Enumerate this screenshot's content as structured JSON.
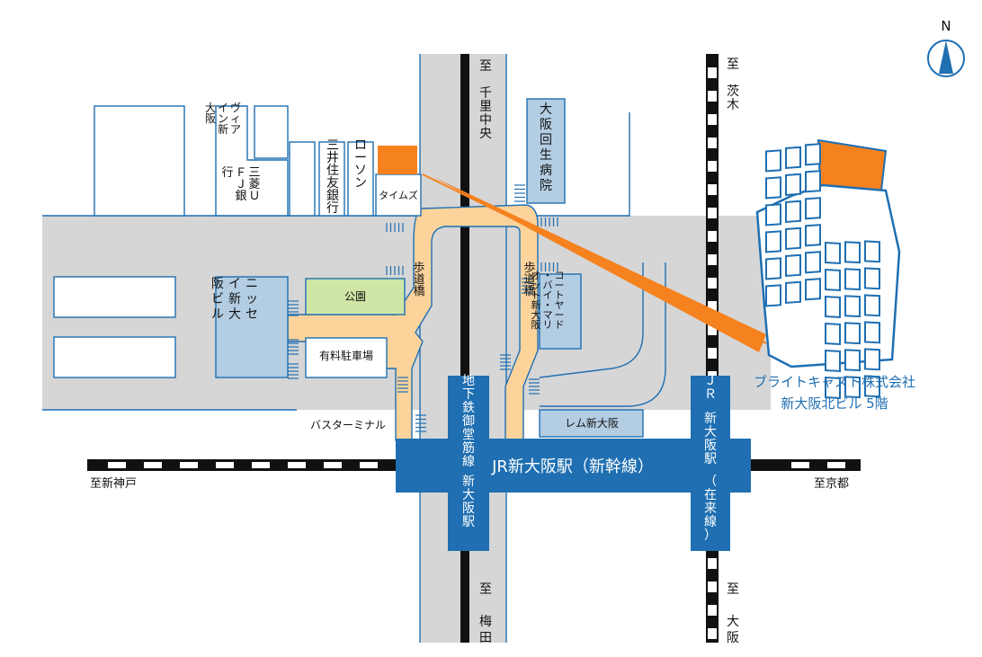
{
  "compass": {
    "label": "N"
  },
  "destinations": {
    "north_subway": "至 千里中央",
    "north_jr": "至 茨木",
    "south_subway": "至 梅田",
    "south_jr": "至 大阪",
    "west": "至新神戸",
    "east": "至京都"
  },
  "buildings": {
    "via_inn": "ヴィアイン新大阪",
    "mufg": "三菱ＵＦＪ銀行",
    "smbc": "三井住友銀行",
    "lawson": "ローソン",
    "times": "タイムズ",
    "hospital": "大阪回生病院",
    "courtyard": "コートヤード・バイ・マリオット新大阪",
    "nissei": "ニッセイ新大阪ビル",
    "park": "公園",
    "parking": "有料駐車場",
    "rem": "レム新大阪",
    "bus_terminal": "バスターミナル",
    "footbridge_left": "歩道橋",
    "footbridge_right": "歩道橋"
  },
  "stations": {
    "jr_shinkansen": "JR新大阪駅（新幹線）",
    "subway_line": "地下鉄御堂筋線",
    "subway_station": "新大阪駅",
    "jr_conventional_a": "ＪＲ",
    "jr_conventional_b": "新大阪駅",
    "jr_conventional_c": "（在来線）"
  },
  "destination_office": {
    "company": "ブライトキャスト株式会社",
    "floor": "新大阪北ビル 5階"
  },
  "colors": {
    "road": "#d6d6d6",
    "station": "#1f6fb2",
    "walkway": "#fbd39b",
    "highlight": "#f5821f",
    "building_blue": "#b3cde3",
    "park": "#cfe6a6"
  }
}
